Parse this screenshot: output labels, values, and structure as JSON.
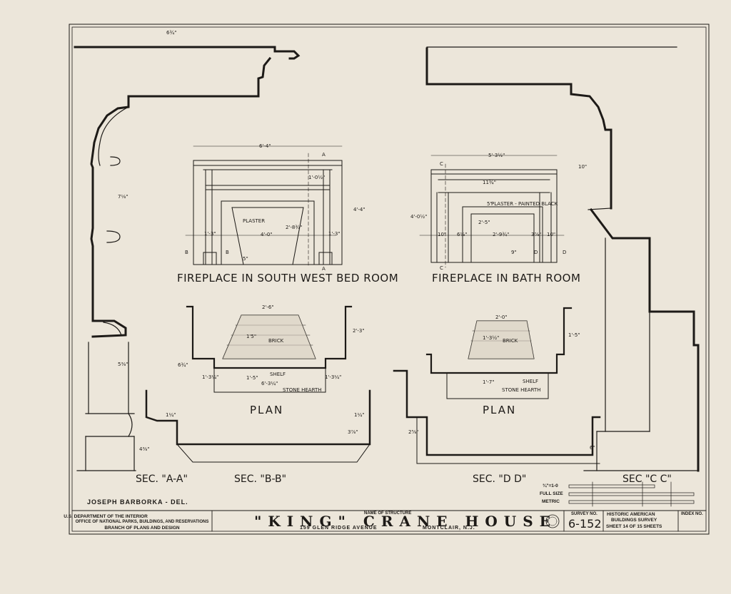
{
  "elevations": {
    "southwest": {
      "caption": "FIREPLACE IN SOUTH WEST BED ROOM",
      "dims": {
        "width": "6'-4\"",
        "height": "4'-4\"",
        "mantel_h": "1'-0½\"",
        "opening_h": "2'-8¾\"",
        "side_l": "1'-3\"",
        "opening_w": "4'-0\"",
        "side_r": "1'-3\"",
        "plaster": "PLASTER",
        "base": "5\""
      },
      "markers": {
        "a_top": "A",
        "a_bot": "A",
        "b_left": "B",
        "b_right": "B"
      }
    },
    "bath": {
      "caption": "FIREPLACE IN BATH ROOM",
      "dims": {
        "width": "5'-3½\"",
        "height": "4'-0½\"",
        "mantel_h": "11¾\"",
        "plaster_note": "PLASTER - PAINTED BLACK",
        "opening_h": "2'-5\"",
        "side_l": "10\"",
        "inner_l": "6⅛\"",
        "opening_w": "2'-9¾\"",
        "inner_r": "3⅞\"",
        "side_r": "10\"",
        "base": "9\"",
        "top": "5\""
      },
      "markers": {
        "c_top": "C",
        "c_bot": "C",
        "d_left": "D",
        "d_right": "D"
      }
    }
  },
  "plans": {
    "left": {
      "label": "PLAN",
      "dims": {
        "width": "2'-6\"",
        "depth": "2'-3\"",
        "brick": "BRICK",
        "shelf": "SHELF",
        "hearth": "STONE HEARTH",
        "hearth_w": "6'-3¼\"",
        "left": "1'-3¼\"",
        "right": "1'-3¼\"",
        "side": "6¾\"",
        "h": "1'-5\"",
        "inner": "1'5\""
      }
    },
    "right": {
      "label": "PLAN",
      "dims": {
        "width": "2'-0\"",
        "depth": "1'-5\"",
        "brick": "BRICK",
        "shelf": "SHELF",
        "hearth": "STONE HEARTH",
        "h": "1'-7\"",
        "inner": "1'-3½\""
      }
    }
  },
  "sections": {
    "aa": "SEC. \"A-A\"",
    "bb": "SEC. \"B-B\"",
    "dd": "SEC. \"D D\"",
    "cc": "SEC \"C C\"",
    "dims": {
      "top_w": "6¾\"",
      "aa_1": "7⅛\"",
      "aa_2": "5⅜\"",
      "aa_3": "4⅜\"",
      "cc_1": "10\"",
      "cc_2": "6\"",
      "bb_1": "3⅞\"",
      "bb_2": "1¼\"",
      "dd_1": "2⅝\"",
      "dd_2": "1¼\""
    }
  },
  "delineator": "JOSEPH BARBORKA - DEL.",
  "scales": {
    "s1": "¾\"=1-0",
    "s2": "FULL SIZE",
    "s3": "METRIC"
  },
  "title_block": {
    "agency_1": "U.S. DEPARTMENT OF THE INTERIOR",
    "agency_2": "OFFICE OF NATIONAL PARKS, BUILDINGS, AND RESERVATIONS",
    "agency_3": "BRANCH OF PLANS AND DESIGN",
    "name_label": "NAME OF STRUCTURE",
    "name": "\"KING\" CRANE HOUSE",
    "address": "159 GLEN RIDGE AVENUE",
    "city": "MONTCLAIR, N.J.",
    "survey_label": "SURVEY NO.",
    "survey_no": "6-152",
    "habs_1": "HISTORIC AMERICAN",
    "habs_2": "BUILDINGS SURVEY",
    "sheet": "SHEET 14 OF 15 SHEETS",
    "index_label": "INDEX NO."
  },
  "colors": {
    "paper": "#ece6da",
    "ink": "#1d1a17"
  }
}
